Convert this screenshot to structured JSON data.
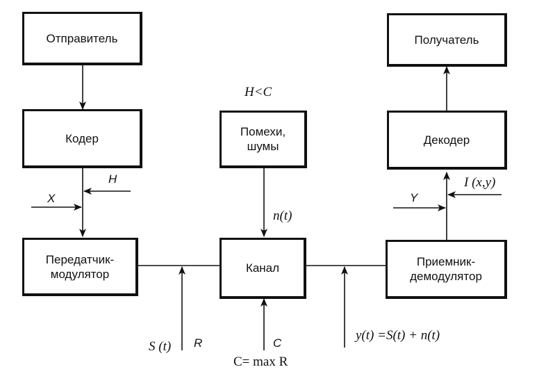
{
  "blocks": {
    "sender": "Отправитель",
    "receiver": "Получатель",
    "coder": "Кодер",
    "decoder": "Декодер",
    "noise": [
      "Помехи,",
      "шумы"
    ],
    "transmitter": [
      "Передатчик-",
      "модулятор"
    ],
    "channel": "Канал",
    "demodulator": [
      "Приемник-",
      "демодулятор"
    ]
  },
  "labels": {
    "noise_condition": "H<C",
    "entropy_h": "H",
    "input_x": "X",
    "noise_signal": "n(t)",
    "output_y": "Y",
    "information": "I (x,y)",
    "signal": "S (t)",
    "rate": "R",
    "capacity": "C",
    "capacity_formula": "C= max R",
    "received_signal": "y(t) =S(t) + n(t)"
  }
}
